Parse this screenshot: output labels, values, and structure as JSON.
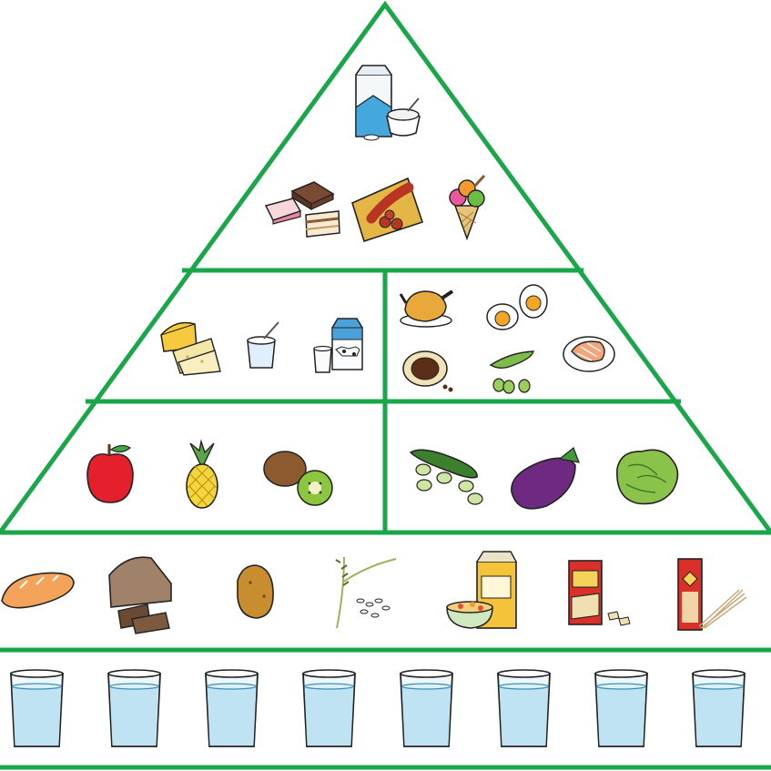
{
  "colors": {
    "frame": "#1aa64a",
    "background": "#ffffff",
    "water": "#bfe3f3",
    "water_line": "#3d8fb5"
  },
  "pyramid": {
    "apex": {
      "name": "occasional-foods",
      "items": [
        "sugar-icon",
        "pastries-icon",
        "sausage-icon",
        "ice-cream-icon"
      ]
    },
    "upper_left": {
      "name": "dairy",
      "items": [
        "cheese-icon",
        "yogurt-icon",
        "milk-carton-icon",
        "milk-glass-icon"
      ]
    },
    "upper_right": {
      "name": "protein",
      "items": [
        "roast-chicken-icon",
        "boiled-eggs-icon",
        "lentils-icon",
        "broad-beans-icon",
        "salmon-steak-icon"
      ]
    },
    "middle_left": {
      "name": "fruit",
      "items": [
        "apple-icon",
        "pineapple-icon",
        "kiwi-icon"
      ]
    },
    "middle_right": {
      "name": "vegetables",
      "items": [
        "zucchini-icon",
        "eggplant-icon",
        "lettuce-icon"
      ]
    }
  },
  "starch_row": {
    "items": [
      "baguette-icon",
      "bread-loaf-icon",
      "potato-icon",
      "rice-plant-icon",
      "cereal-icon",
      "macaroni-box-icon",
      "spaghetti-icon"
    ]
  },
  "water_row": {
    "glass_count": 8,
    "item": "water-glass-icon"
  }
}
